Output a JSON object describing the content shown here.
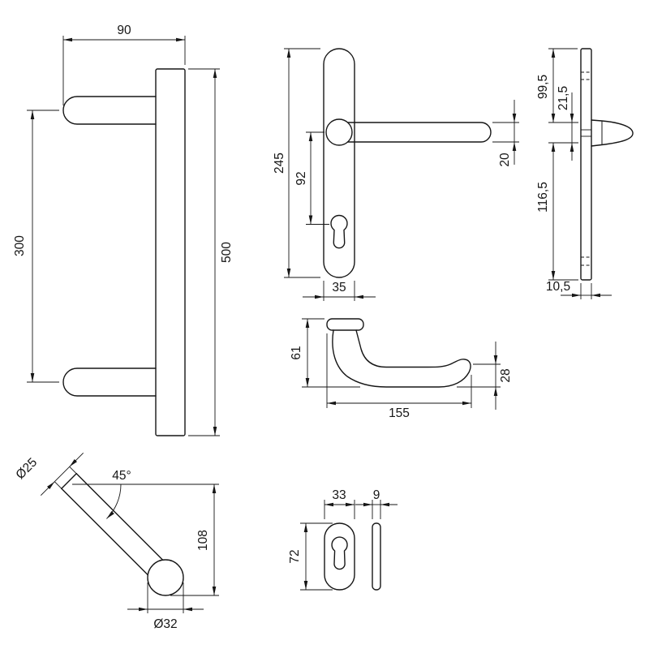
{
  "drawing": {
    "pull_side": {
      "projection": "90",
      "grip_spacing": "300",
      "plate_height": "500"
    },
    "lever_front": {
      "plate_height": "245",
      "axis_distance": "92",
      "lever_thickness": "20",
      "plate_width": "35"
    },
    "side_profile": {
      "top_offset": "99,5",
      "handle_base": "21,5",
      "bottom_offset": "116,5",
      "plate_thickness": "10,5"
    },
    "lever_top": {
      "height": "61",
      "grip_end": "28",
      "length": "155"
    },
    "grip_detail": {
      "tube_diameter": "Ø25",
      "angle": "45°",
      "drop_height": "108",
      "end_diameter": "Ø32"
    },
    "escutcheon": {
      "width": "33",
      "thickness": "9",
      "height": "72"
    }
  }
}
